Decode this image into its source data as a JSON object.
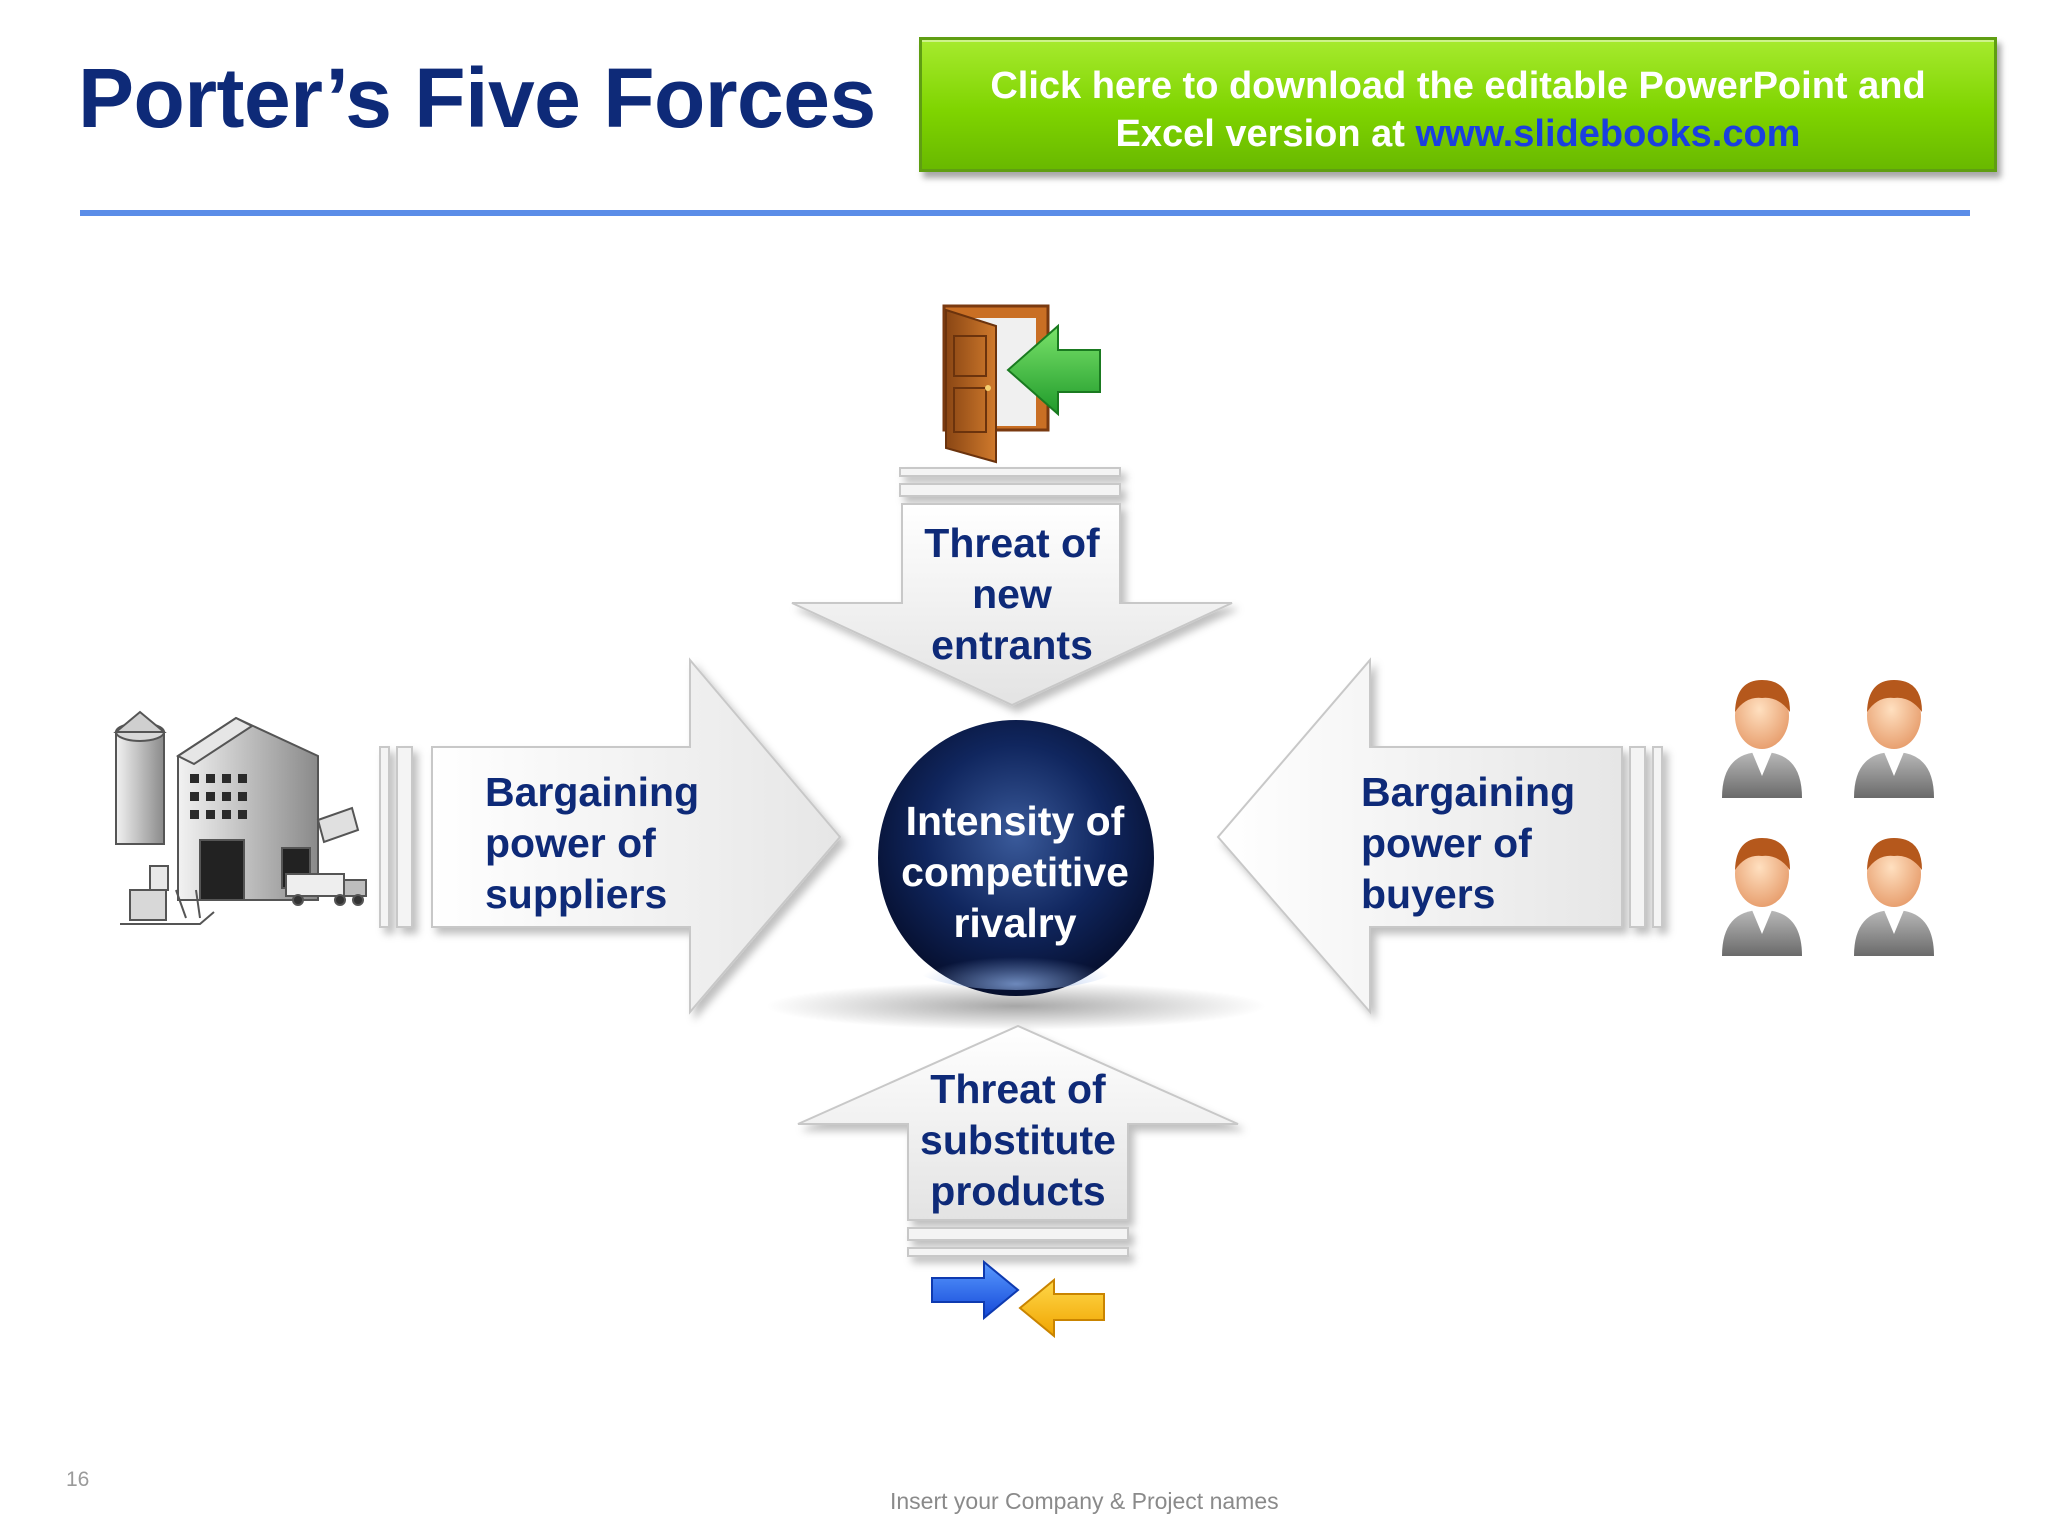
{
  "header": {
    "title": "Porter’s Five Forces",
    "download_line1": "Click here to download the editable PowerPoint and",
    "download_line2_prefix": "Excel version at ",
    "download_link": "www.slidebooks.com"
  },
  "diagram": {
    "center": {
      "line1": "Intensity of",
      "line2": "competitive",
      "line3": "rivalry"
    },
    "top": {
      "line1": "Threat of",
      "line2": "new",
      "line3": "entrants",
      "icon": "door-enter-icon"
    },
    "bottom": {
      "line1": "Threat of",
      "line2": "substitute",
      "line3": "products",
      "icon": "swap-arrows-icon"
    },
    "left": {
      "line1": "Bargaining",
      "line2": "power of",
      "line3": "suppliers",
      "icon": "factory-icon"
    },
    "right": {
      "line1": "Bargaining",
      "line2": "power of",
      "line3": "buyers",
      "icon": "people-group-icon"
    }
  },
  "footer": {
    "page_number": "16",
    "text": "Insert your Company & Project names"
  },
  "colors": {
    "title": "#0e2a78",
    "rule": "#5b8de8",
    "banner": "#7fd400",
    "link": "#1a3fe0",
    "hub": "#0b1d4f"
  }
}
